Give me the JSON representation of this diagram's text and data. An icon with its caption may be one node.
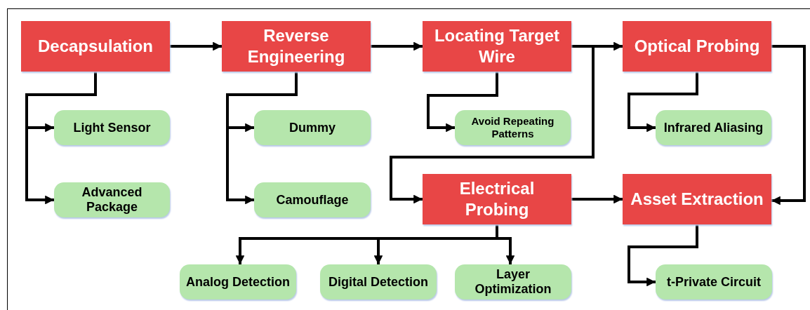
{
  "diagram": {
    "nodes": [
      {
        "text": [
          "Decapsulation"
        ]
      },
      {
        "text": [
          "Reverse Engineering"
        ]
      },
      {
        "text": [
          "Locating Target Wire"
        ]
      },
      {
        "text": [
          "Optical Probing"
        ]
      },
      {
        "text": [
          "Light Sensor"
        ]
      },
      {
        "text": [
          "Advanced Package"
        ]
      },
      {
        "text": [
          "Dummy"
        ]
      },
      {
        "text": [
          "Camouflage"
        ]
      },
      {
        "text": [
          "Avoid Repeating Patterns"
        ]
      },
      {
        "text": [
          "Infrared Aliasing"
        ]
      },
      {
        "text": [
          "Electrical Probing"
        ]
      },
      {
        "text": [
          "Asset Extraction"
        ]
      },
      {
        "text": [
          "Analog Detection"
        ]
      },
      {
        "text": [
          "Digital Detection"
        ]
      },
      {
        "text": [
          "Layer Optimization"
        ]
      },
      {
        "text": [
          "t-Private Circuit"
        ]
      }
    ],
    "edges": [
      {
        "from": 0,
        "to": 1,
        "arrow": "to"
      },
      {
        "from": 1,
        "to": 2,
        "arrow": "to"
      },
      {
        "from": 2,
        "to": 3,
        "arrow": "to"
      },
      {
        "from": 2,
        "to": 10,
        "arrow": "to"
      },
      {
        "from": 3,
        "to": 11,
        "arrow": "to"
      },
      {
        "from": 10,
        "to": 11,
        "arrow": "to"
      },
      {
        "from": 0,
        "to": 4,
        "arrow": "to"
      },
      {
        "from": 0,
        "to": 5,
        "arrow": "to"
      },
      {
        "from": 1,
        "to": 6,
        "arrow": "to"
      },
      {
        "from": 1,
        "to": 7,
        "arrow": "to"
      },
      {
        "from": 2,
        "to": 8,
        "arrow": "to"
      },
      {
        "from": 3,
        "to": 9,
        "arrow": "to"
      },
      {
        "from": 10,
        "to": 12,
        "arrow": "to"
      },
      {
        "from": 10,
        "to": 13,
        "arrow": "to"
      },
      {
        "from": 10,
        "to": 14,
        "arrow": "to"
      },
      {
        "from": 11,
        "to": 15,
        "arrow": "to"
      }
    ]
  }
}
